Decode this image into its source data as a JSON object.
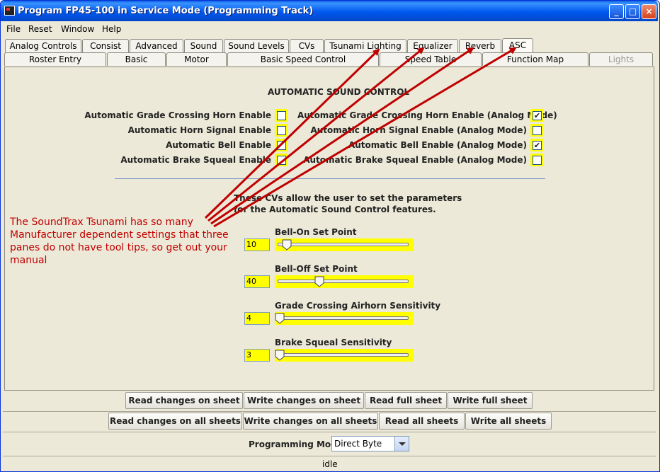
{
  "window": {
    "title": "Program FP45-100 in Service Mode (Programming Track)"
  },
  "window_buttons": {
    "minimize": "_",
    "maximize": "□",
    "close": "×"
  },
  "menu": [
    "File",
    "Reset",
    "Window",
    "Help"
  ],
  "tabs_row1": [
    "Analog Controls",
    "Consist",
    "Advanced",
    "Sound",
    "Sound Levels",
    "CVs",
    "Tsunami Lighting",
    "Equalizer",
    "Reverb",
    "ASC"
  ],
  "tabs_row2": [
    "Roster Entry",
    "Basic",
    "Motor",
    "Basic Speed Control",
    "Speed Table",
    "Function Map",
    "Lights"
  ],
  "panel": {
    "heading": "AUTOMATIC SOUND CONTROL",
    "left_options": [
      {
        "label": "Automatic Grade Crossing Horn Enable",
        "checked": false
      },
      {
        "label": "Automatic Horn Signal Enable",
        "checked": false
      },
      {
        "label": "Automatic Bell Enable",
        "checked": false
      },
      {
        "label": "Automatic Brake Squeal Enable",
        "checked": false
      }
    ],
    "right_options": [
      {
        "label": "Automatic Grade Crossing Horn Enable (Analog Mode)",
        "checked": true
      },
      {
        "label": "Automatic Horn Signal Enable (Analog Mode)",
        "checked": false
      },
      {
        "label": "Automatic Bell Enable (Analog Mode)",
        "checked": true
      },
      {
        "label": "Automatic Brake Squeal Enable (Analog Mode)",
        "checked": false
      }
    ],
    "description_line1": "These CVs allow the user to set the parameters",
    "description_line2": "for the Automatic Sound Control features.",
    "sliders": [
      {
        "label": "Bell-On Set Point",
        "value": "10",
        "fraction": 0.07
      },
      {
        "label": "Bell-Off Set Point",
        "value": "40",
        "fraction": 0.32
      },
      {
        "label": "Grade Crossing Airhorn Sensitivity",
        "value": "4",
        "fraction": 0.0
      },
      {
        "label": "Brake Squeal Sensitivity",
        "value": "3",
        "fraction": 0.0
      }
    ]
  },
  "buttons_row1": [
    "Read changes on sheet",
    "Write changes on sheet",
    "Read full sheet",
    "Write full sheet"
  ],
  "buttons_row2": [
    "Read changes on all sheets",
    "Write changes on all sheets",
    "Read all sheets",
    "Write all sheets"
  ],
  "programming_mode": {
    "label": "Programming Mode",
    "value": "Direct Byte"
  },
  "status": "idle",
  "annotation": "The SoundTrax Tsunami has so many Manufacturer dependent settings that three panes do not have tool tips, so get out your manual",
  "colors": {
    "highlight": "#ffff00",
    "annotation": "#c00000",
    "titlebar": "#0058ee"
  }
}
